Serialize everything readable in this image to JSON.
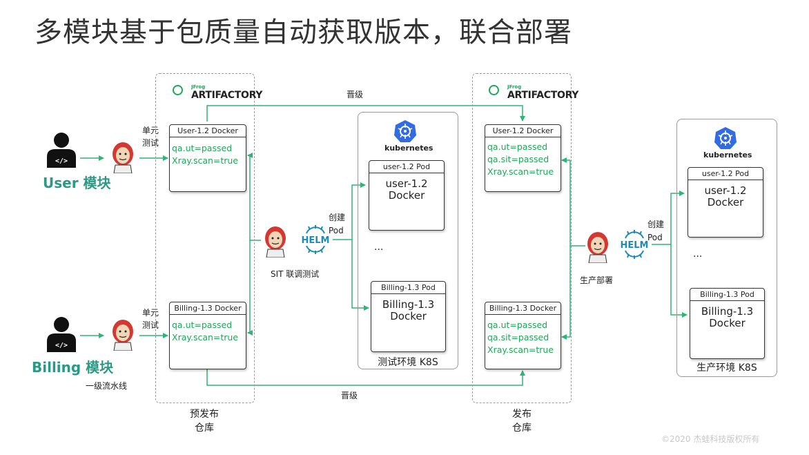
{
  "title": "多模块基于包质量自动获取版本，联合部署",
  "modules": {
    "user": "User 模块",
    "billing": "Billing 模块",
    "pipeline_note": "一级流水线",
    "unit_test": "单元\n测试"
  },
  "artifactory": {
    "sub": "JFrog",
    "main": "ARTIFACTORY"
  },
  "prerelease": {
    "label": "预发布\n仓库",
    "user_card": {
      "header": "User-1.2 Docker",
      "lines": [
        "qa.ut=passed",
        "Xray.scan=true"
      ]
    },
    "billing_card": {
      "header": "Billing-1.3 Docker",
      "lines": [
        "qa.ut=passed",
        "Xray.scan=true"
      ]
    }
  },
  "release": {
    "label": "发布\n仓库",
    "user_card": {
      "header": "User-1.2 Docker",
      "lines": [
        "qa.ut=passed",
        "qa.sit=passed",
        "Xray.scan=true"
      ]
    },
    "billing_card": {
      "header": "Billing-1.3 Docker",
      "lines": [
        "qa.ut=passed",
        "qa.sit=passed",
        "Xray.scan=true"
      ]
    }
  },
  "promote_label": "晋级",
  "sit": {
    "label": "SIT 联调测试",
    "create_pod": "创建\nPod",
    "helm": "HELM"
  },
  "prod": {
    "label": "生产部署",
    "create_pod": "创建\nPod",
    "helm": "HELM"
  },
  "test_env": {
    "kubernetes": "kubernetes",
    "user_pod": {
      "header": "user-1.2 Pod",
      "body": "user-1.2\nDocker"
    },
    "billing_pod": {
      "header": "Billing-1.3 Pod",
      "body": "Billing-1.3\nDocker"
    },
    "ellipsis": "...",
    "name": "测试环境 K8S"
  },
  "prod_env": {
    "kubernetes": "kubernetes",
    "user_pod": {
      "header": "user-1.2 Pod",
      "body": "user-1.2\nDocker"
    },
    "billing_pod": {
      "header": "Billing-1.3 Pod",
      "body": "Billing-1.3\nDocker"
    },
    "ellipsis": "...",
    "name": "生产环境 K8S"
  },
  "copyright": "©2020 杰蛙科技版权所有",
  "colors": {
    "arrow": "#2bb673",
    "module": "#2a9a86",
    "k8s": "#326ce5",
    "jenkins": "#d33833"
  }
}
